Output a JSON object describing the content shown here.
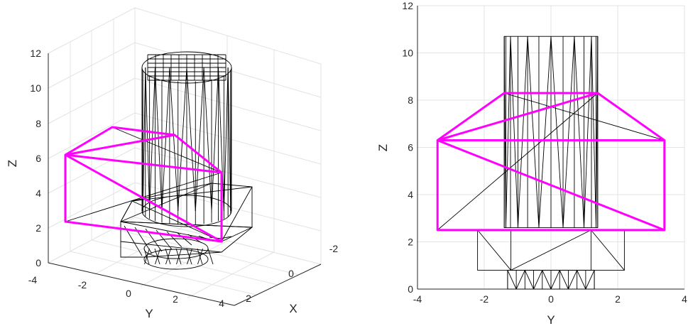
{
  "chart_data": [
    {
      "type": "wireframe-3d",
      "view": "perspective",
      "xlabel": "X",
      "ylabel": "Y",
      "zlabel": "Z",
      "xlim": [
        -3,
        3
      ],
      "ylim": [
        -4,
        4
      ],
      "zlim": [
        0,
        12
      ],
      "x_ticks": [
        "-2",
        "0",
        "2"
      ],
      "y_ticks": [
        "-4",
        "-2",
        "0",
        "2",
        "4"
      ],
      "z_ticks": [
        "0",
        "2",
        "4",
        "6",
        "8",
        "10",
        "12"
      ],
      "grid": true,
      "series": [
        {
          "role": "cylinder",
          "color": "#000000",
          "center": [
            0,
            0
          ],
          "radius": 1.4,
          "z_range": [
            2.6,
            10.7
          ]
        },
        {
          "role": "base-block",
          "color": "#000000",
          "x_range": [
            -1.5,
            1.5
          ],
          "y_range": [
            -2.2,
            2.2
          ],
          "z_range": [
            0.8,
            2.5
          ]
        },
        {
          "role": "bottom-disc",
          "color": "#000000",
          "center": [
            0,
            0
          ],
          "radius": 1.3,
          "z_range": [
            0,
            0.8
          ]
        },
        {
          "role": "highlighted-region",
          "color": "#ff00ff",
          "y_range": [
            -3.4,
            3.4
          ],
          "z_range": [
            2.5,
            8.3
          ]
        }
      ]
    },
    {
      "type": "wireframe-2d",
      "view": "Y-Z projection",
      "xlabel": "Y",
      "ylabel": "Z",
      "xlim": [
        -4,
        4
      ],
      "ylim": [
        0,
        12
      ],
      "x_ticks": [
        "-4",
        "-2",
        "0",
        "2",
        "4"
      ],
      "y_ticks": [
        "0",
        "2",
        "4",
        "6",
        "8",
        "10",
        "12"
      ],
      "grid": true,
      "series": [
        {
          "role": "cylinder-projection",
          "color": "#000000",
          "y_range": [
            -1.4,
            1.4
          ],
          "z_range": [
            2.6,
            10.7
          ]
        },
        {
          "role": "base-block-projection",
          "color": "#000000",
          "y_range": [
            -2.2,
            2.2
          ],
          "z_range": [
            0.8,
            2.5
          ]
        },
        {
          "role": "bottom-disc-projection",
          "color": "#000000",
          "y_range": [
            -1.3,
            1.3
          ],
          "z_range": [
            0,
            0.8
          ]
        },
        {
          "role": "highlighted-region",
          "color": "#ff00ff",
          "outline": [
            [
              -3.4,
              2.5
            ],
            [
              3.4,
              2.5
            ],
            [
              3.4,
              6.3
            ],
            [
              1.4,
              8.3
            ],
            [
              -1.4,
              8.3
            ],
            [
              -3.4,
              6.3
            ]
          ],
          "chords": [
            [
              [
                -3.4,
                6.3
              ],
              [
                3.4,
                6.3
              ]
            ],
            [
              [
                -3.4,
                6.3
              ],
              [
                1.4,
                8.3
              ]
            ],
            [
              [
                -3.4,
                6.3
              ],
              [
                3.4,
                2.5
              ]
            ]
          ]
        }
      ]
    }
  ]
}
